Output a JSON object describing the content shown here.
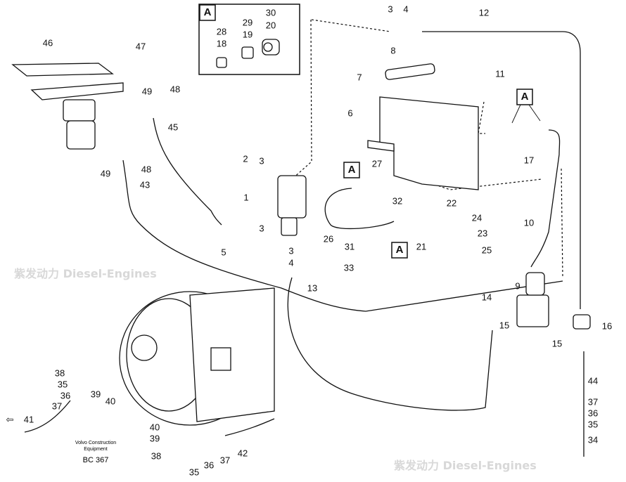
{
  "diagram": {
    "inset_box_label": "A",
    "callout_markers": [
      "A",
      "A",
      "A"
    ],
    "labels": {
      "inset": [
        "28",
        "18",
        "29",
        "19",
        "30",
        "20"
      ],
      "pedal": [
        "46",
        "47",
        "49",
        "48",
        "45",
        "49",
        "48",
        "43"
      ],
      "valve": [
        "2",
        "3",
        "1",
        "3",
        "5",
        "3",
        "4",
        "13"
      ],
      "top": [
        "3",
        "4",
        "12",
        "8",
        "7",
        "11",
        "6",
        "17"
      ],
      "middle": [
        "27",
        "32",
        "22",
        "24",
        "23",
        "21",
        "26",
        "31",
        "25",
        "33",
        "10"
      ],
      "right": [
        "9",
        "14",
        "15",
        "16",
        "15",
        "44",
        "37",
        "36",
        "35",
        "34"
      ],
      "bottom_left": [
        "38",
        "35",
        "36",
        "37",
        "41",
        "39",
        "40"
      ],
      "bottom_center": [
        "40",
        "39",
        "38",
        "35",
        "36",
        "37",
        "42"
      ]
    },
    "watermark": "紫发动力 Diesel-Engines",
    "caption": {
      "brand": "Volvo Construction Equipment",
      "code": "BC 367"
    }
  }
}
